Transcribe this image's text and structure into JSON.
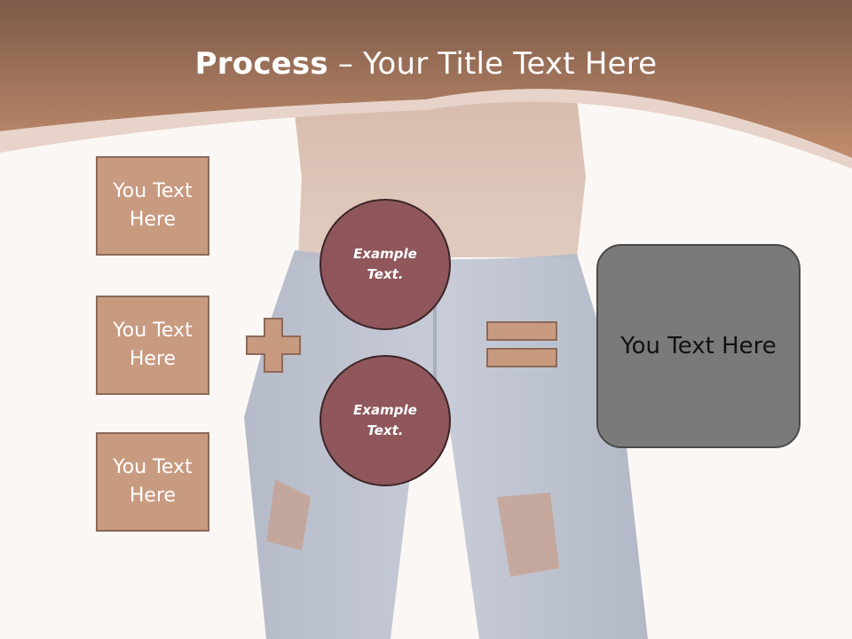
{
  "slide": {
    "title_bold": "Process",
    "title_separator": " – ",
    "title_rest": "Your Title Text Here"
  },
  "left_boxes": [
    {
      "label": "You Text\nHere"
    },
    {
      "label": "You Text\nHere"
    },
    {
      "label": "You Text\nHere"
    }
  ],
  "circles": [
    {
      "label": "Example\nText."
    },
    {
      "label": "Example\nText."
    }
  ],
  "operators": {
    "plus_icon": "plus-icon",
    "equals_icon": "equals-icon"
  },
  "result": {
    "label": "You Text Here"
  },
  "colors": {
    "header": "#b5826a",
    "box_fill": "#c89a80",
    "circle_fill": "#8f575b",
    "result_fill": "#7a7a7a",
    "background": "#fbf7f4"
  }
}
